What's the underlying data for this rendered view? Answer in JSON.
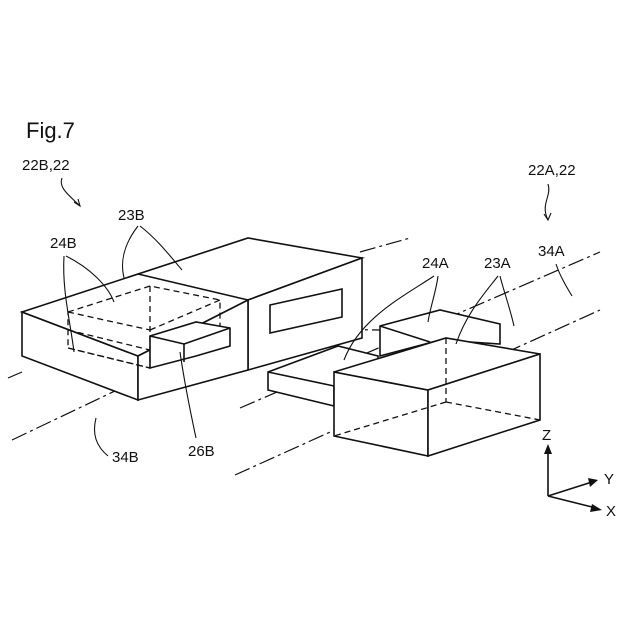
{
  "figure": {
    "title": "Fig.7",
    "labels": {
      "assembly_b": "22B,22",
      "assembly_a": "22A,22",
      "housing_b": "23B",
      "housing_a": "23A",
      "terminal_b": "24B",
      "terminal_a": "24A",
      "axis_line_b": "34B",
      "axis_line_a": "34A",
      "part_26b": "26B"
    },
    "axes": {
      "z": "Z",
      "y": "Y",
      "x": "X"
    }
  }
}
